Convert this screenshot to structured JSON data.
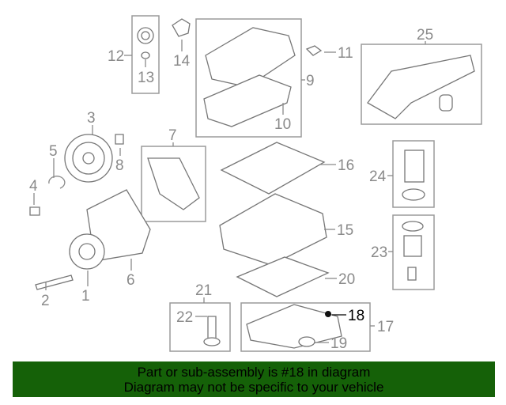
{
  "colors": {
    "banner": "#156108",
    "callout": "#8a8a8a",
    "highlight": "#000000"
  },
  "callouts": {
    "c1": "1",
    "c2": "2",
    "c3": "3",
    "c4": "4",
    "c5": "5",
    "c6": "6",
    "c7": "7",
    "c8": "8",
    "c9": "9",
    "c10": "10",
    "c11": "11",
    "c12": "12",
    "c13": "13",
    "c14": "14",
    "c15": "15",
    "c16": "16",
    "c17": "17",
    "c18": "18",
    "c19": "19",
    "c20": "20",
    "c21": "21",
    "c22": "22",
    "c23": "23",
    "c24": "24",
    "c25": "25"
  },
  "banner": {
    "line1": "Part or sub-assembly is #18 in diagram",
    "line2": "Diagram may not be specific to your vehicle"
  }
}
